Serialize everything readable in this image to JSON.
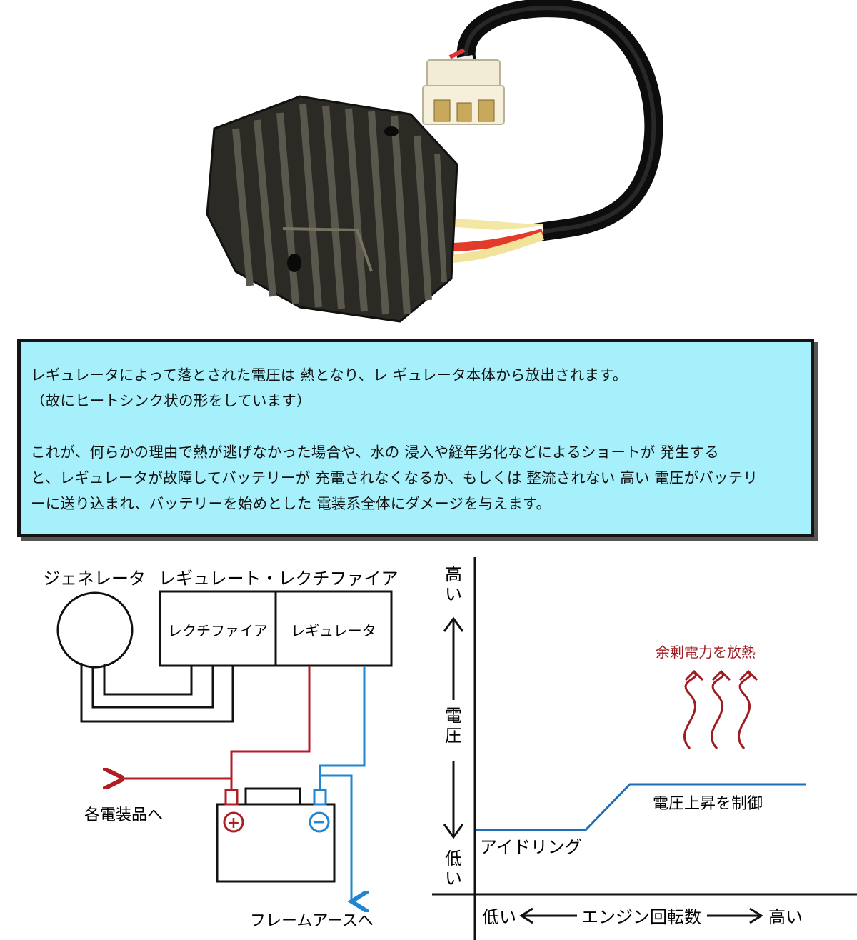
{
  "info": {
    "line1": "レギュレータによって落とされた電圧は 熱となり、レ ギュレータ本体から放出されます。",
    "line2": "（故にヒートシンク状の形をしています）",
    "line3": "これが、何らかの理由で熱が逃げなかった場合や、水の 浸入や経年劣化などによるショートが 発生する",
    "line4": "と、レギュレータが故障してバッテリーが 充電されなくなるか、もしくは 整流されない 高い 電圧がバッテリ",
    "line5": "ーに送り込まれ、バッテリーを始めとした 電装系全体にダメージを与えます。"
  },
  "circuit": {
    "generator_label": "ジェネレータ",
    "reg_rect_label": "レギュレート・レクチファイア",
    "rectifier_label": "レクチファイア",
    "regulator_label": "レギュレータ",
    "accessories_label": "各電装品へ",
    "frame_label": "フレームアースへ",
    "plus_symbol": "+",
    "minus_symbol": "−"
  },
  "graph": {
    "y_high": [
      "高",
      "い"
    ],
    "y_axis": [
      "電",
      "圧"
    ],
    "y_low": [
      "低",
      "い"
    ],
    "x_low": "低い",
    "x_axis": "エンジン回転数",
    "x_high": "高い",
    "heat_label": "余剰電力を放熱",
    "control_label": "電圧上昇を制御",
    "idle_label": "アイドリング"
  },
  "colors": {
    "info_bg": "#a5f0fb",
    "positive_wire": "#b01e24",
    "negative_wire": "#1f86cf",
    "voltage_line": "#1f6fb8",
    "heat_arrows": "#9e1c22"
  }
}
